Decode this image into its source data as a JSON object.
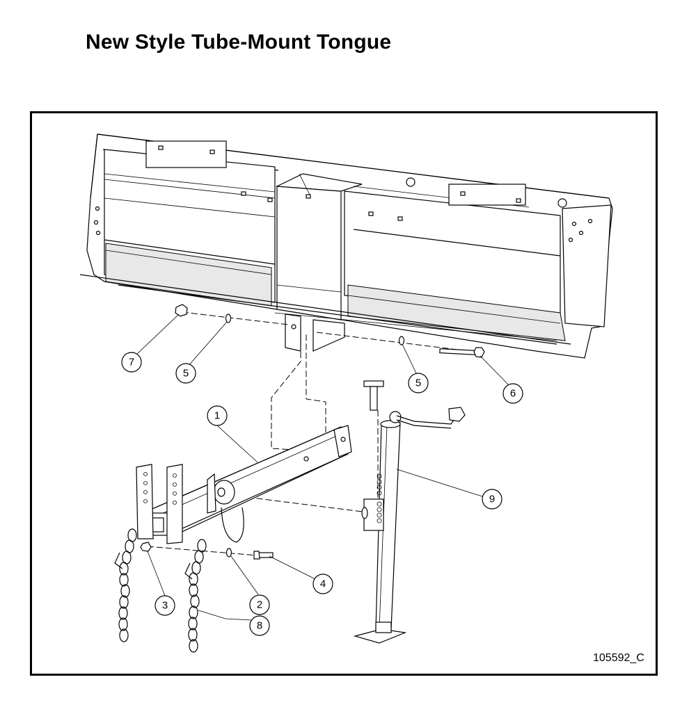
{
  "title": "New Style Tube-Mount Tongue",
  "drawing_number": "105592_C",
  "callouts": [
    {
      "number": "1",
      "part": "tongue-tube"
    },
    {
      "number": "2",
      "part": "washer"
    },
    {
      "number": "3",
      "part": "nut"
    },
    {
      "number": "4",
      "part": "bolt"
    },
    {
      "number": "5",
      "part": "washer"
    },
    {
      "number": "5",
      "part": "washer"
    },
    {
      "number": "6",
      "part": "bolt"
    },
    {
      "number": "7",
      "part": "nut"
    },
    {
      "number": "8",
      "part": "safety-chain"
    },
    {
      "number": "9",
      "part": "jack"
    }
  ]
}
